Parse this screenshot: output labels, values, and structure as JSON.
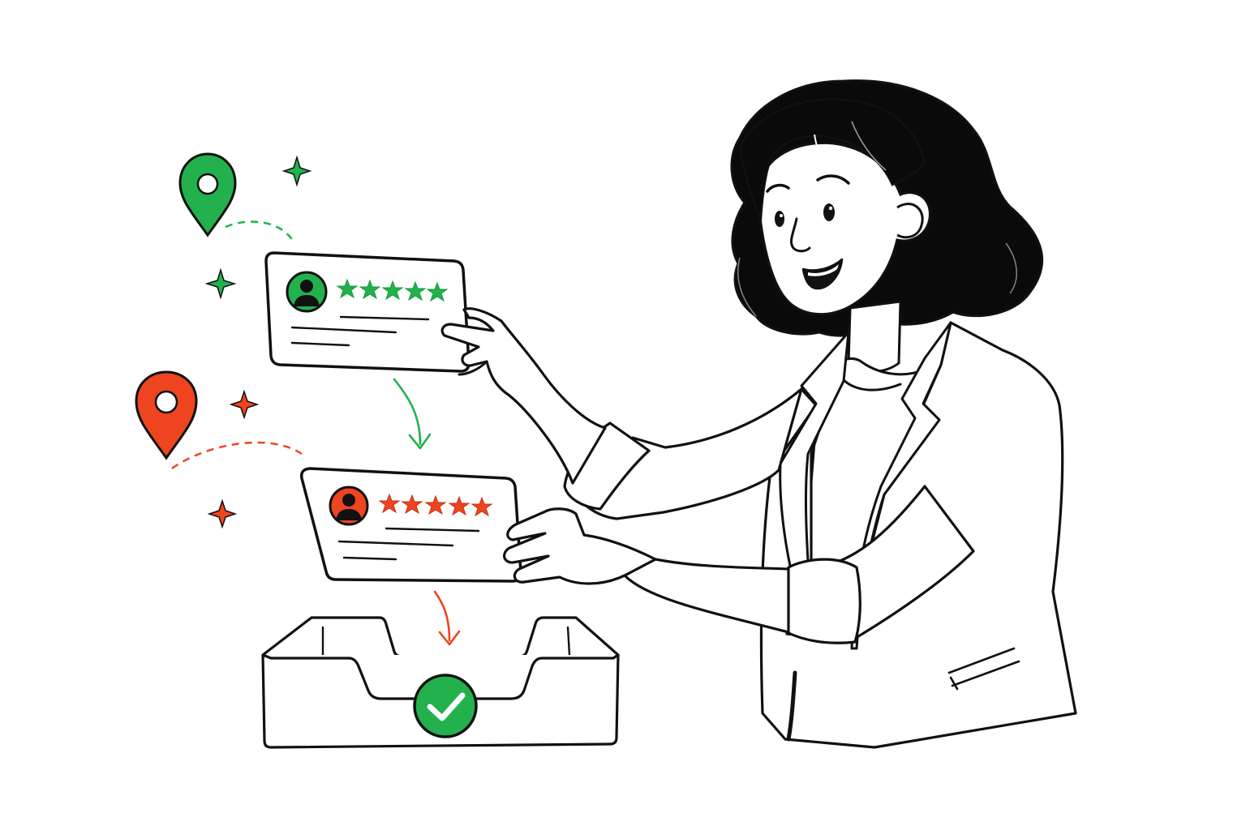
{
  "illustration": {
    "colors": {
      "positive": "#22b14c",
      "negative": "#ee4420",
      "outline": "#111111",
      "background": "#ffffff",
      "hair": "#0a0a0a"
    },
    "icons": [
      "map-pin-icon",
      "sparkle-icon",
      "user-avatar-icon",
      "star-icon",
      "curved-arrow-icon",
      "checkmark-icon",
      "tray-icon"
    ],
    "review_cards": [
      {
        "sentiment": "positive",
        "stars": 5,
        "color": "#22b14c"
      },
      {
        "sentiment": "negative",
        "stars": 5,
        "color": "#ee4420"
      }
    ],
    "inbox_tray": {
      "status": "accepted",
      "badge_color": "#22b14c"
    }
  }
}
